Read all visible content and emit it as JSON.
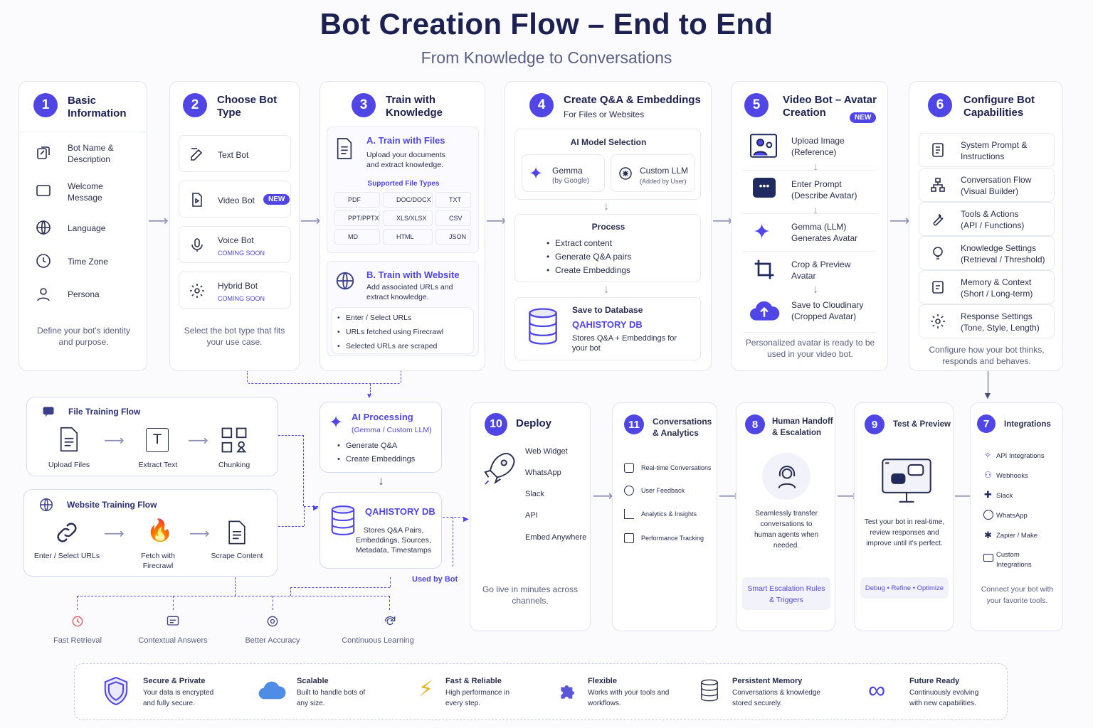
{
  "title": "Bot Creation Flow – End to End",
  "subtitle": "From Knowledge to Conversations",
  "step1": {
    "num": "1",
    "title": "Basic Information",
    "items": [
      "Bot Name & Description",
      "Welcome Message",
      "Language",
      "Time Zone",
      "Persona"
    ],
    "footer": "Define your bot's identity and purpose."
  },
  "step2": {
    "num": "2",
    "title": "Choose Bot Type",
    "items": [
      {
        "label": "Text Bot"
      },
      {
        "label": "Video Bot",
        "badge": "NEW"
      },
      {
        "label": "Voice Bot",
        "sub": "COMING SOON"
      },
      {
        "label": "Hybrid Bot",
        "sub": "COMING SOON"
      }
    ],
    "footer": "Select the bot type that fits your use case."
  },
  "step3": {
    "num": "3",
    "title": "Train with Knowledge",
    "a_title": "A. Train with Files",
    "a_desc": "Upload your documents and extract knowledge.",
    "file_types_title": "Supported File Types",
    "file_types": [
      "PDF",
      "DOC/DOCX",
      "TXT",
      "PPT/PPTX",
      "XLS/XLSX",
      "CSV",
      "MD",
      "HTML",
      "JSON"
    ],
    "b_title": "B. Train with Website",
    "b_desc": "Add associated URLs and extract knowledge.",
    "b_items": [
      "Enter / Select URLs",
      "URLs fetched using Firecrawl",
      "Selected URLs are scraped"
    ]
  },
  "step4": {
    "num": "4",
    "title": "Create Q&A & Embeddings",
    "subtitle": "For Files or Websites",
    "model_title": "AI Model Selection",
    "models": [
      {
        "name": "Gemma",
        "sub": "(by Google)"
      },
      {
        "name": "Custom LLM",
        "sub": "(Added by User)"
      }
    ],
    "process_title": "Process",
    "process_items": [
      "Extract content",
      "Generate Q&A pairs",
      "Create Embeddings"
    ],
    "save_title": "Save to Database",
    "db_name": "QAHISTORY DB",
    "db_desc": "Stores Q&A + Embeddings for your bot"
  },
  "step5": {
    "num": "5",
    "title": "Video Bot – Avatar Creation",
    "badge": "NEW",
    "items": [
      {
        "l1": "Upload Image",
        "l2": "(Reference)"
      },
      {
        "l1": "Enter Prompt",
        "l2": "(Describe Avatar)"
      },
      {
        "l1": "Gemma (LLM)",
        "l2": "Generates Avatar"
      },
      {
        "l1": "Crop & Preview",
        "l2": "Avatar"
      },
      {
        "l1": "Save to Cloudinary",
        "l2": "(Cropped Avatar)"
      }
    ],
    "footer": "Personalized avatar is ready to be used in your video bot."
  },
  "step6": {
    "num": "6",
    "title": "Configure Bot Capabilities",
    "items": [
      {
        "l1": "System Prompt &",
        "l2": "Instructions"
      },
      {
        "l1": "Conversation Flow",
        "l2": "(Visual Builder)"
      },
      {
        "l1": "Tools & Actions",
        "l2": "(API / Functions)"
      },
      {
        "l1": "Knowledge Settings",
        "l2": "(Retrieval / Threshold)"
      },
      {
        "l1": "Memory & Context",
        "l2": "(Short / Long-term)"
      },
      {
        "l1": "Response Settings",
        "l2": "(Tone, Style, Length)"
      }
    ],
    "footer": "Configure how your bot thinks, responds and behaves."
  },
  "file_flow": {
    "title": "File Training Flow",
    "steps": [
      "Upload Files",
      "Extract Text",
      "Chunking"
    ]
  },
  "web_flow": {
    "title": "Website Training Flow",
    "steps": [
      "Enter / Select URLs",
      "Fetch with Firecrawl",
      "Scrape Content"
    ]
  },
  "ai_processing": {
    "title": "AI Processing",
    "sub": "(Gemma / Custom LLM)",
    "items": [
      "Generate Q&A",
      "Create Embeddings"
    ]
  },
  "qadb": {
    "title": "QAHISTORY DB",
    "desc": "Stores Q&A Pairs, Embeddings, Sources, Metadata, Timestamps",
    "used_by": "Used by Bot"
  },
  "step10": {
    "num": "10",
    "title": "Deploy",
    "items": [
      "Web Widget",
      "WhatsApp",
      "Slack",
      "API",
      "Embed Anywhere"
    ],
    "footer": "Go live in minutes across channels."
  },
  "step11": {
    "num": "11",
    "title": "Conversations & Analytics",
    "items": [
      "Real-time Conversations",
      "User Feedback",
      "Analytics & Insights",
      "Performance Tracking"
    ]
  },
  "step8": {
    "num": "8",
    "title": "Human Handoff & Escalation",
    "desc": "Seamlessly transfer conversations to human agents when needed.",
    "chip": "Smart Escalation Rules & Triggers"
  },
  "step9": {
    "num": "9",
    "title": "Test & Preview",
    "desc": "Test your bot in real-time, review responses and improve until it's perfect.",
    "chip": "Debug • Refine • Optimize"
  },
  "step7": {
    "num": "7",
    "title": "Integrations",
    "items": [
      "API Integrations",
      "Webhooks",
      "Slack",
      "WhatsApp",
      "Zapier / Make",
      "Custom Integrations"
    ],
    "footer": "Connect your bot with your favorite tools."
  },
  "benefits": [
    "Fast Retrieval",
    "Contextual Answers",
    "Better Accuracy",
    "Continuous Learning"
  ],
  "features": [
    {
      "title": "Secure & Private",
      "desc": "Your data is encrypted and fully secure."
    },
    {
      "title": "Scalable",
      "desc": "Built to handle bots of any size."
    },
    {
      "title": "Fast & Reliable",
      "desc": "High performance in every step."
    },
    {
      "title": "Flexible",
      "desc": "Works with your tools and workflows."
    },
    {
      "title": "Persistent Memory",
      "desc": "Conversations & knowledge stored securely."
    },
    {
      "title": "Future Ready",
      "desc": "Continuously evolving with new capabilities."
    }
  ],
  "colors": {
    "accent": "#4f46e5",
    "heading": "#1c2152",
    "muted": "#5a5f86"
  }
}
